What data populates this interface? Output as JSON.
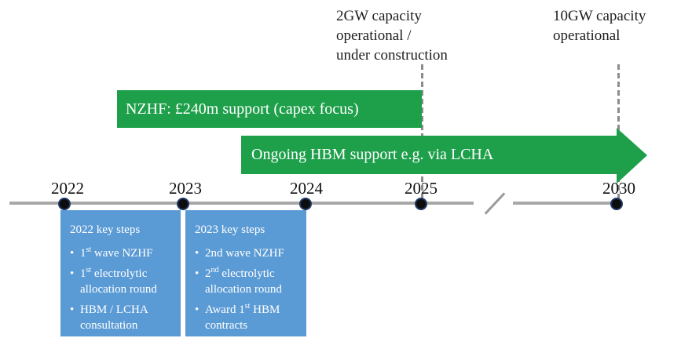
{
  "colors": {
    "banner_green": "#1ea04b",
    "box_blue": "#5b9bd5",
    "timeline_gray": "#a8a8a8",
    "dash_gray": "#8c8c8c",
    "text_dark": "#1d1d1d",
    "dot_black": "#0d0d0d",
    "dot_ring_navy": "#1f3864"
  },
  "ui": {
    "bullet_char": "•"
  },
  "annotations": {
    "gw2": {
      "lines": [
        "2GW capacity",
        "operational /",
        "under construction"
      ]
    },
    "gw10": {
      "lines": [
        "10GW capacity",
        "operational"
      ]
    }
  },
  "banners": {
    "nzhf": "NZHF: £240m support (capex focus)",
    "hbm": "Ongoing HBM support e.g. via LCHA"
  },
  "timeline": {
    "years": [
      {
        "label": "2022"
      },
      {
        "label": "2023"
      },
      {
        "label": "2024"
      },
      {
        "label": "2025"
      },
      {
        "label": "2030"
      }
    ]
  },
  "boxes": [
    {
      "title": "2022 key steps",
      "bullets": [
        {
          "pre": "1",
          "sup": "st",
          "post": " wave NZHF"
        },
        {
          "pre": "1",
          "sup": "st",
          "post": " electrolytic allocation round"
        },
        {
          "pre": "HBM / LCHA consultation",
          "sup": "",
          "post": ""
        }
      ]
    },
    {
      "title": "2023 key steps",
      "bullets": [
        {
          "pre": "2nd wave NZHF",
          "sup": "",
          "post": ""
        },
        {
          "pre": "2",
          "sup": "nd",
          "post": " electrolytic allocation round"
        },
        {
          "pre": "Award 1",
          "sup": "st",
          "post": " HBM contracts"
        }
      ]
    }
  ]
}
